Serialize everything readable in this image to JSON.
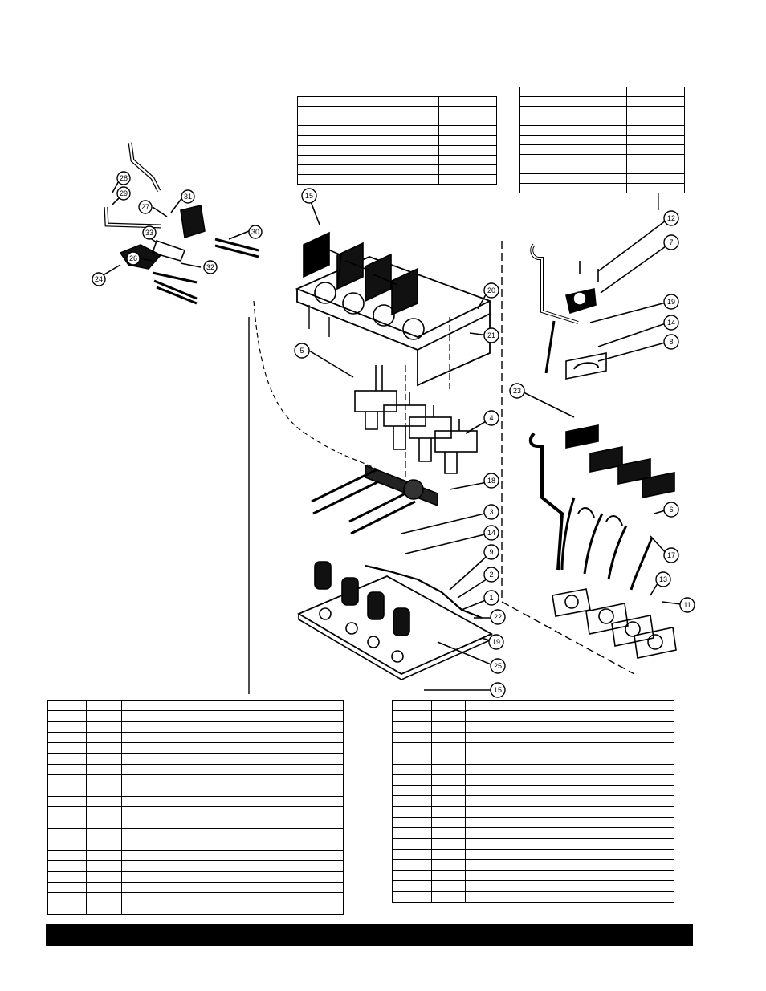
{
  "callouts": {
    "c15a": "15",
    "c20": "20",
    "c21": "21",
    "c5": "5",
    "c4": "4",
    "c18": "18",
    "c3": "3",
    "c14a": "14",
    "c9": "9",
    "c2": "2",
    "c1": "1",
    "c22": "22",
    "c19a": "19",
    "c25": "25",
    "c15b": "15",
    "c12": "12",
    "c7": "7",
    "c19b": "19",
    "c14b": "14",
    "c8": "8",
    "c23": "23",
    "c6": "6",
    "c17": "17",
    "c13": "13",
    "c11": "11",
    "c28": "28",
    "c29": "29",
    "c27": "27",
    "c31": "31",
    "c30": "30",
    "c26": "26",
    "c33": "33",
    "c32": "32",
    "c24": "24"
  },
  "tables": {
    "top_center": {
      "rows": 9,
      "cols": 3
    },
    "top_right": {
      "rows": 11,
      "cols": 3
    },
    "bottom_left": {
      "rows": 20,
      "cols": 3
    },
    "bottom_right": {
      "rows": 19,
      "cols": 3
    }
  },
  "colors": {
    "ink": "#000000",
    "paper": "#ffffff"
  }
}
